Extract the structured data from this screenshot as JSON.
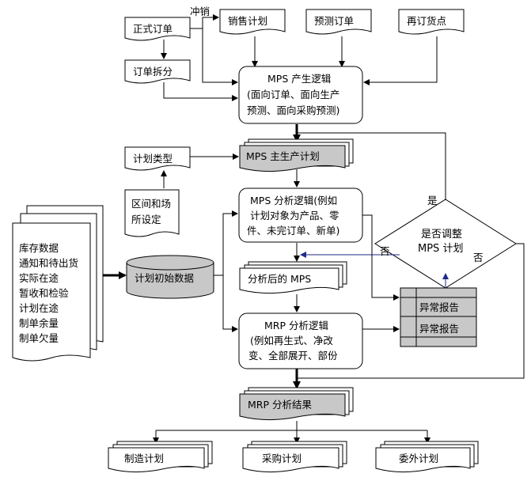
{
  "nodes": {
    "formal_order": "正式订单",
    "offset_label": "冲销",
    "sales_plan": "销售计划",
    "forecast_order": "预测订单",
    "reorder_point": "再订货点",
    "order_split": "订单拆分",
    "mps_logic": [
      "MPS 产生逻辑",
      "(面向订单、面向生产",
      "预测、面向采购预测)"
    ],
    "plan_type": "计划类型",
    "mps_plan": "MPS 主生产计划",
    "interval_setting": [
      "区间和场",
      "所设定"
    ],
    "mps_analysis": [
      "MPS 分析逻辑(例如",
      "计划对象为产品、零",
      "件、未完订单、新单)"
    ],
    "inventory_data": [
      "库存数据",
      "通知和待出货",
      "实际在途",
      "暂收和检验",
      "计划在途",
      "制单余量",
      "制单欠量"
    ],
    "plan_init_data": "计划初始数据",
    "analyzed_mps": "分析后的 MPS",
    "adjust_decision": [
      "是否调整",
      "MPS 计划"
    ],
    "yes_label": "是",
    "no_label_left": "否",
    "no_label_right": "否",
    "exception_report_1": "异常报告",
    "exception_report_2": "异常报告",
    "mrp_logic": [
      "MRP 分析逻辑",
      "(例如再生式、净改",
      "变、全部展开、部份"
    ],
    "mrp_result": "MRP 分析结果",
    "manufacturing_plan": "制造计划",
    "purchase_plan": "采购计划",
    "outsourcing_plan": "委外计划"
  }
}
